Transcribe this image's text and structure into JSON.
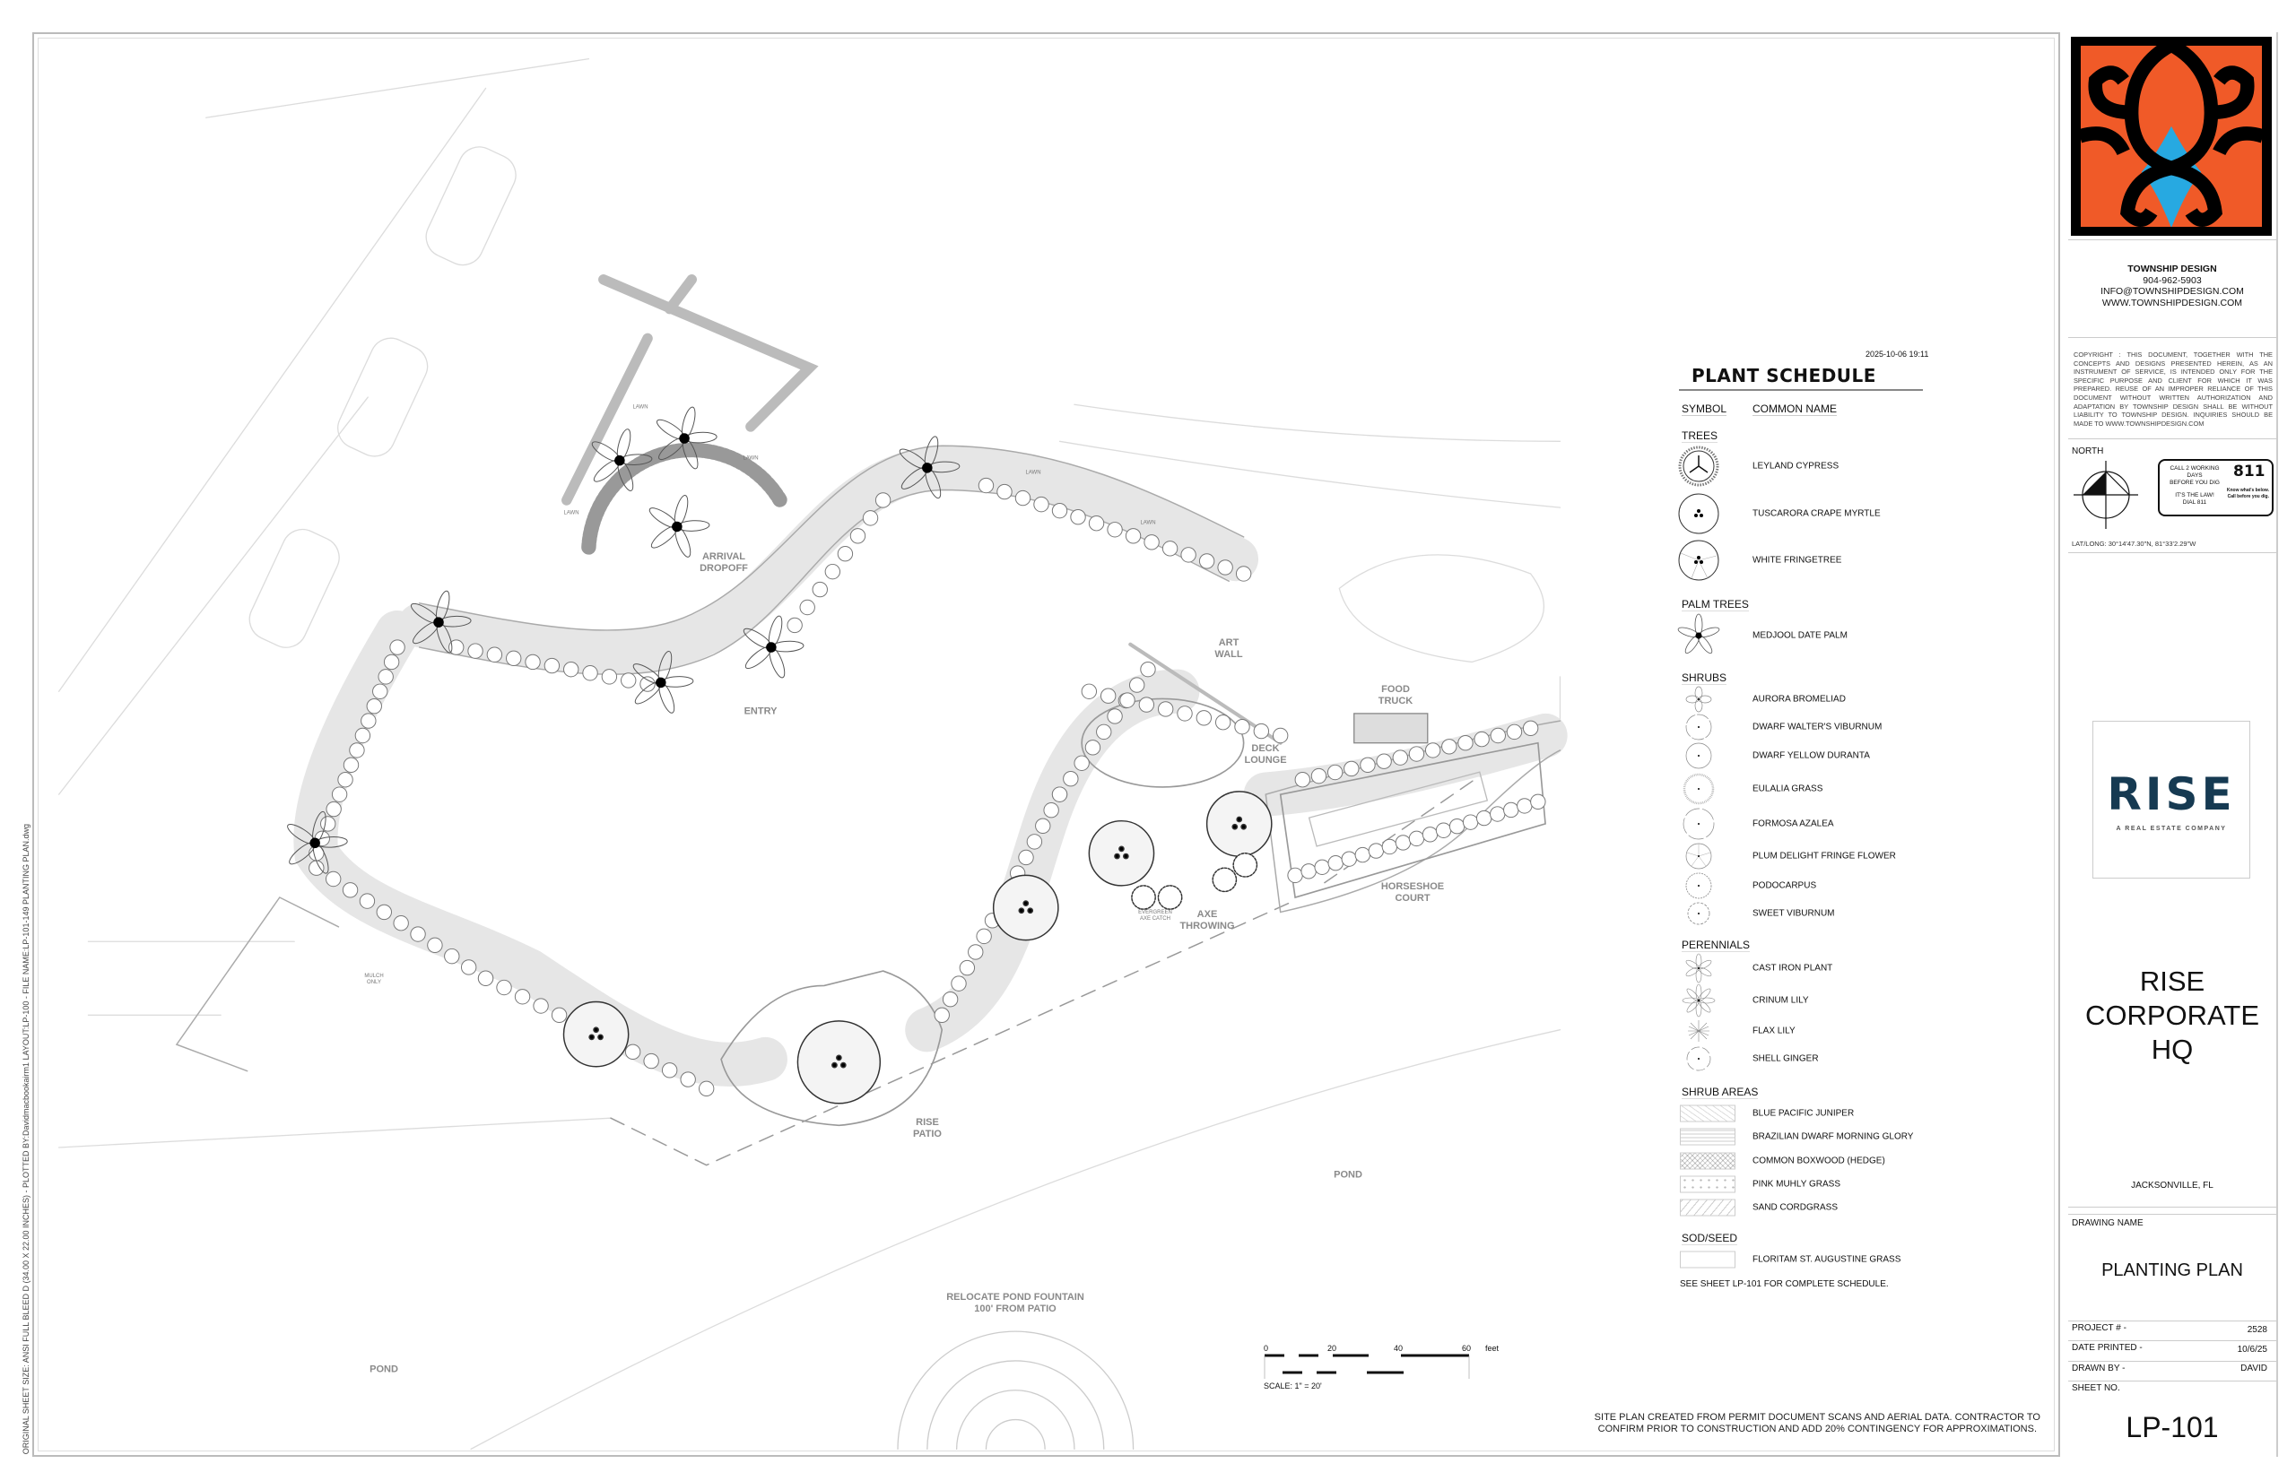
{
  "sheet": {
    "side_note": "ORIGINAL SHEET SIZE: ANSI FULL BLEED D (34.00 X 22.00 INCHES) - PLOTTED BY:Davidmacbookairm1   LAYOUT:LP-100 - FILE NAME:LP-101-149 PLANTING PLAN.dwg",
    "bottom_note_1": "SITE PLAN CREATED FROM PERMIT DOCUMENT SCANS AND AERIAL DATA. CONTRACTOR TO",
    "bottom_note_2": "CONFIRM PRIOR TO CONSTRUCTION AND ADD 20% CONTINGENCY FOR APPROXIMATIONS."
  },
  "plan_labels": {
    "arrival_1": "ARRIVAL",
    "arrival_2": "DROPOFF",
    "entry": "ENTRY",
    "art_1": "ART",
    "art_2": "WALL",
    "food_1": "FOOD",
    "food_2": "TRUCK",
    "deck_1": "DECK",
    "deck_2": "LOUNGE",
    "horse_1": "HORSESHOE",
    "horse_2": "COURT",
    "axe_1": "AXE",
    "axe_2": "THROWING",
    "catch_1": "EVERGREEN",
    "catch_2": "AXE CATCH",
    "patio_1": "RISE",
    "patio_2": "PATIO",
    "pond": "POND",
    "fountain_1": "RELOCATE POND FOUNTAIN",
    "fountain_2": "100' FROM PATIO",
    "mulch_1": "MULCH",
    "mulch_2": "ONLY",
    "lawn": "LAWN"
  },
  "scale": {
    "ticks": [
      "0",
      "20",
      "40",
      "60"
    ],
    "unit": "feet",
    "label": "SCALE: 1\" = 20'"
  },
  "schedule": {
    "date": "2025-10-06 19:11",
    "title": "PLANT SCHEDULE",
    "col_symbol": "SYMBOL",
    "col_name": "COMMON NAME",
    "trees_label": "TREES",
    "trees": [
      "LEYLAND CYPRESS",
      "TUSCARORA CRAPE MYRTLE",
      "WHITE FRINGETREE"
    ],
    "palms_label": "PALM TREES",
    "palms": [
      "MEDJOOL DATE PALM"
    ],
    "shrubs_label": "SHRUBS",
    "shrubs": [
      "AURORA BROMELIAD",
      "DWARF WALTER'S VIBURNUM",
      "DWARF YELLOW DURANTA",
      "EULALIA GRASS",
      "FORMOSA AZALEA",
      "PLUM DELIGHT FRINGE FLOWER",
      "PODOCARPUS",
      "SWEET VIBURNUM"
    ],
    "perennials_label": "PERENNIALS",
    "perennials": [
      "CAST IRON PLANT",
      "CRINUM LILY",
      "FLAX LILY",
      "SHELL GINGER"
    ],
    "shrub_areas_label": "SHRUB AREAS",
    "shrub_areas": [
      "BLUE PACIFIC JUNIPER",
      "BRAZILIAN DWARF MORNING GLORY",
      "COMMON BOXWOOD (HEDGE)",
      "PINK MUHLY GRASS",
      "SAND CORDGRASS"
    ],
    "sod_label": "SOD/SEED",
    "sod": [
      "FLORITAM ST. AUGUSTINE GRASS"
    ],
    "see_sheet": "SEE SHEET LP-101 FOR COMPLETE SCHEDULE."
  },
  "title_block": {
    "firm_name": "TOWNSHIP DESIGN",
    "firm_phone": "904-962-5903",
    "firm_email": "INFO@TOWNSHIPDESIGN.COM",
    "firm_web": "WWW.TOWNSHIPDESIGN.COM",
    "copyright": "COPYRIGHT : THIS DOCUMENT, TOGETHER WITH THE CONCEPTS AND DESIGNS PRESENTED HEREIN, AS AN INSTRUMENT OF SERVICE, IS INTENDED ONLY FOR THE SPECIFIC PURPOSE AND CLIENT FOR WHICH IT WAS PREPARED. REUSE OF AN IMPROPER RELIANCE OF THIS DOCUMENT WITHOUT WRITTEN AUTHORIZATION AND ADAPTATION BY TOWNSHIP DESIGN SHALL BE WITHOUT LIABILITY TO TOWNSHIP DESIGN. INQUIRIES SHOULD BE MADE TO WWW.TOWNSHIPDESIGN.COM",
    "north_label": "NORTH",
    "call_1": "CALL 2 WORKING DAYS",
    "call_2": "BEFORE YOU DIG",
    "call_3": "IT'S THE LAW!",
    "call_4": "DIAL 811",
    "badge_811": "811",
    "badge_know": "Know what's below.",
    "badge_call": "Call before you dig.",
    "latlong": "LAT/LONG: 30°14'47.30\"N,  81°33'2.29\"W",
    "client_logo_word": "RISE",
    "client_logo_tag": "A REAL ESTATE COMPANY",
    "project_1": "RISE",
    "project_2": "CORPORATE",
    "project_3": "HQ",
    "city": "JACKSONVILLE, FL",
    "drawing_name_label": "DRAWING NAME",
    "drawing_name": "PLANTING PLAN",
    "project_no_label": "PROJECT # -",
    "project_no": "2528",
    "date_printed_label": "DATE PRINTED -",
    "date_printed": "10/6/25",
    "drawn_by_label": "DRAWN BY -",
    "drawn_by": "DAVID",
    "sheet_no_label": "SHEET NO.",
    "sheet_no": "LP-101",
    "colors": {
      "logo_orange": "#f05a28",
      "logo_blue": "#27a9e1",
      "rise_navy": "#163a52",
      "rise_teal": "#5fa8c4"
    }
  }
}
